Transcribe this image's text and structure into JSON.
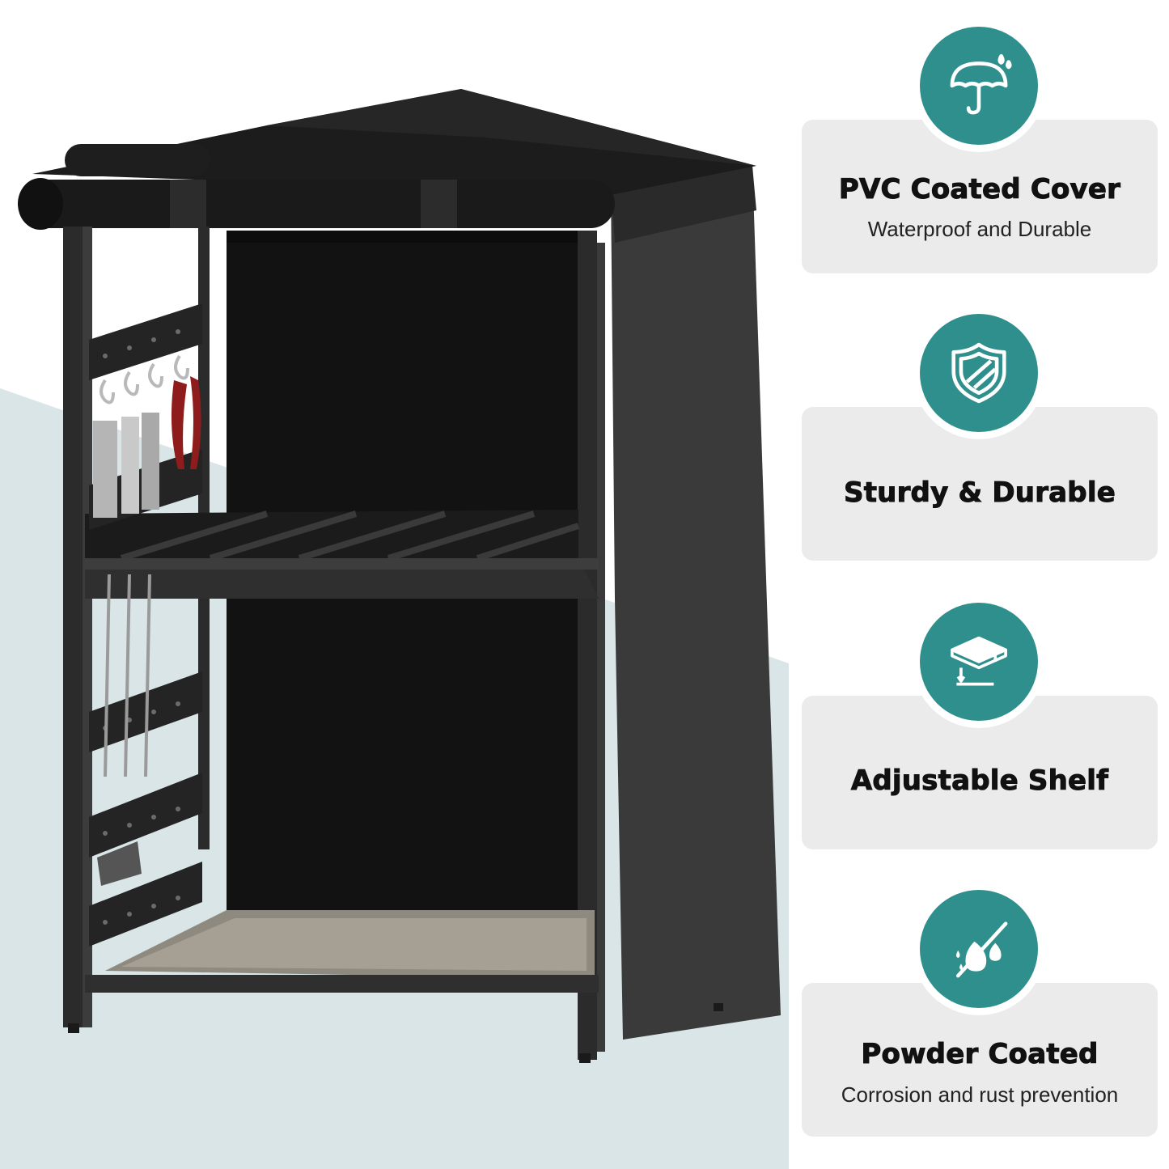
{
  "colors": {
    "accent": "#2e8f8c",
    "card": "#ebebeb",
    "band": "#d9e5e7"
  },
  "features": [
    {
      "title": "PVC Coated Cover",
      "subtitle": "Waterproof and Durable",
      "icon": "umbrella-icon"
    },
    {
      "title": "Sturdy & Durable",
      "subtitle": "",
      "icon": "shield-icon"
    },
    {
      "title": "Adjustable Shelf",
      "subtitle": "",
      "icon": "adjustable-shelf-icon"
    },
    {
      "title": "Powder Coated",
      "subtitle": "Corrosion and rust prevention",
      "icon": "no-rust-droplet-icon"
    }
  ]
}
